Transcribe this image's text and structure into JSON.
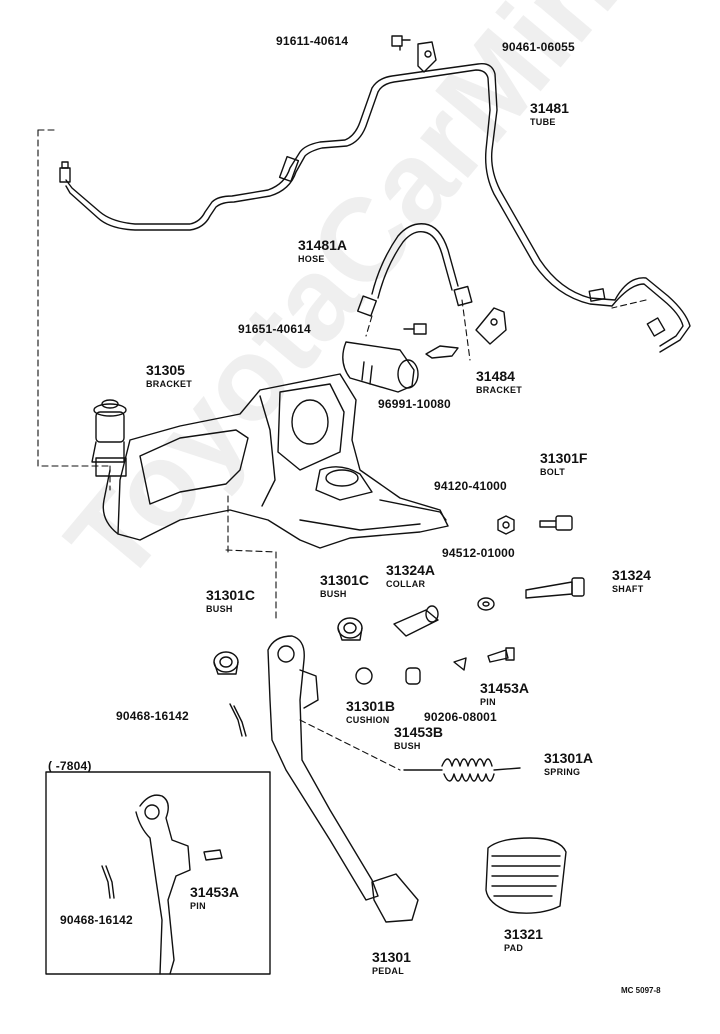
{
  "watermark": "ToyotaCarMine.ru",
  "footer_code": "MC 5097-8",
  "inset_range": "(      -7804)",
  "parts": [
    {
      "id": "p1",
      "number": "91611-40614",
      "name": ""
    },
    {
      "id": "p2",
      "number": "90461-06055",
      "name": ""
    },
    {
      "id": "p3",
      "number": "31481",
      "name": "TUBE"
    },
    {
      "id": "p4",
      "number": "31481A",
      "name": "HOSE"
    },
    {
      "id": "p5",
      "number": "91651-40614",
      "name": ""
    },
    {
      "id": "p6",
      "number": "31484",
      "name": "BRACKET"
    },
    {
      "id": "p7",
      "number": "96991-10080",
      "name": ""
    },
    {
      "id": "p8",
      "number": "31305",
      "name": "BRACKET"
    },
    {
      "id": "p9",
      "number": "31301F",
      "name": "BOLT"
    },
    {
      "id": "p10",
      "number": "94120-41000",
      "name": ""
    },
    {
      "id": "p11",
      "number": "94512-01000",
      "name": ""
    },
    {
      "id": "p12",
      "number": "31301C",
      "name": "BUSH"
    },
    {
      "id": "p13",
      "number": "31301C",
      "name": "BUSH"
    },
    {
      "id": "p14",
      "number": "31324A",
      "name": "COLLAR"
    },
    {
      "id": "p15",
      "number": "31324",
      "name": "SHAFT"
    },
    {
      "id": "p16",
      "number": "31453A",
      "name": "PIN"
    },
    {
      "id": "p17",
      "number": "31301B",
      "name": "CUSHION"
    },
    {
      "id": "p18",
      "number": "90206-08001",
      "name": ""
    },
    {
      "id": "p19",
      "number": "31453B",
      "name": "BUSH"
    },
    {
      "id": "p20",
      "number": "90468-16142",
      "name": ""
    },
    {
      "id": "p21",
      "number": "31301A",
      "name": "SPRING"
    },
    {
      "id": "p22",
      "number": "31453A",
      "name": "PIN"
    },
    {
      "id": "p23",
      "number": "90468-16142",
      "name": ""
    },
    {
      "id": "p24",
      "number": "31321",
      "name": "PAD"
    },
    {
      "id": "p25",
      "number": "31301",
      "name": "PEDAL"
    }
  ]
}
